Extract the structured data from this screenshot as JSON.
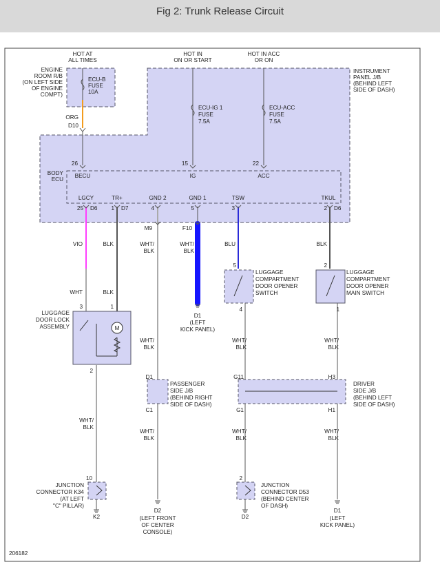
{
  "header": {
    "title": "Fig 2: Trunk Release Circuit"
  },
  "figure_id": "206182",
  "colors": {
    "panel_fill": "#d4d4f4",
    "panel_border": "#555566",
    "wire_gray": "#aaaaaa",
    "wire_orange": "#f39c1e",
    "wire_violet": "#ff3dff",
    "wire_blue_thick": "#1515ff",
    "wire_blue": "#2a2ad8",
    "wire_black": "#555555"
  },
  "power": {
    "hot_all": [
      "HOT AT",
      "ALL TIMES"
    ],
    "hot_on": [
      "HOT IN",
      "ON OR START"
    ],
    "hot_acc": [
      "HOT IN ACC",
      "OR ON"
    ]
  },
  "engine_rb": [
    "ENGINE",
    "ROOM R/B",
    "(ON LEFT SIDE",
    "OF ENGINE",
    "COMPT)"
  ],
  "instrument_jb": [
    "INSTRUMENT",
    "PANEL J/B",
    "(BEHIND LEFT",
    "SIDE OF DASH)"
  ],
  "fuses": {
    "ecu_b": [
      "ECU-B",
      "FUSE",
      "10A"
    ],
    "ecu_ig": [
      "ECU-IG 1",
      "FUSE",
      "7.5A"
    ],
    "ecu_acc": [
      "ECU-ACC",
      "FUSE",
      "7.5A"
    ]
  },
  "body_ecu": [
    "BODY",
    "ECU"
  ],
  "ecu_wires": {
    "org": "ORG",
    "d10": "D10"
  },
  "ecu_pins_top": [
    {
      "num": "26",
      "name": "BECU"
    },
    {
      "num": "15",
      "name": "IG"
    },
    {
      "num": "22",
      "name": "ACC"
    }
  ],
  "ecu_pins_bottom": [
    {
      "name": "LGCY",
      "num": "25",
      "conn": "D6"
    },
    {
      "name": "TR+",
      "num": "1",
      "conn": "D7"
    },
    {
      "name": "GND 2",
      "num": "4",
      "conn": ""
    },
    {
      "name": "GND 1",
      "num": "5",
      "conn": ""
    },
    {
      "name": "TSW",
      "num": "3",
      "conn": ""
    },
    {
      "name": "TKUL",
      "num": "2",
      "conn": "D6"
    }
  ],
  "connectors": {
    "m9": "M9",
    "f10": "F10"
  },
  "wire_labels": {
    "vio": "VIO",
    "blk": "BLK",
    "wht": "WHT",
    "wht_blk": [
      "WHT/",
      "BLK"
    ],
    "blu": "BLU"
  },
  "ground_d1_left": [
    "D1",
    "(LEFT",
    "KICK PANEL)"
  ],
  "luggage_lock": {
    "label": [
      "LUGGAGE",
      "DOOR LOCK",
      "ASSEMBLY"
    ],
    "pin_a": "3",
    "pin_b": "1",
    "pin_c": "2",
    "motor": "M"
  },
  "door_opener": {
    "label": [
      "LUGGAGE",
      "COMPARTMENT",
      "DOOR OPENER",
      "SWITCH"
    ],
    "pin_top": "5",
    "pin_bottom": "4"
  },
  "main_switch": {
    "label": [
      "LUGGAGE",
      "COMPARTMENT",
      "DOOR OPENER",
      "MAIN SWITCH"
    ],
    "pin_top": "2",
    "pin_bottom": "1"
  },
  "passenger_jb": {
    "label": [
      "PASSENGER",
      "SIDE J/B",
      "(BEHIND RIGHT",
      "SIDE OF DASH)"
    ],
    "pin_top": "D1",
    "pin_bottom": "C1"
  },
  "driver_jb": {
    "label": [
      "DRIVER",
      "SIDE J/B",
      "(BEHIND LEFT",
      "SIDE OF DASH)"
    ],
    "pins": [
      "G11",
      "H3",
      "G1",
      "H1"
    ]
  },
  "junction_k34": {
    "label": [
      "JUNCTION",
      "CONNECTOR K34",
      "(AT LEFT",
      "\"C\" PILLAR)"
    ],
    "pin": "10",
    "ground": "K2"
  },
  "junction_d53": {
    "label": [
      "JUNCTION",
      "CONNECTOR D53",
      "(BEHIND CENTER",
      "OF DASH)"
    ],
    "pin": "2",
    "ground": "D2"
  },
  "ground_d2": [
    "D2",
    "(LEFT FRONT",
    "OF CENTER",
    "CONSOLE)"
  ],
  "ground_d1_right": [
    "D1",
    "(LEFT",
    "KICK PANEL)"
  ]
}
